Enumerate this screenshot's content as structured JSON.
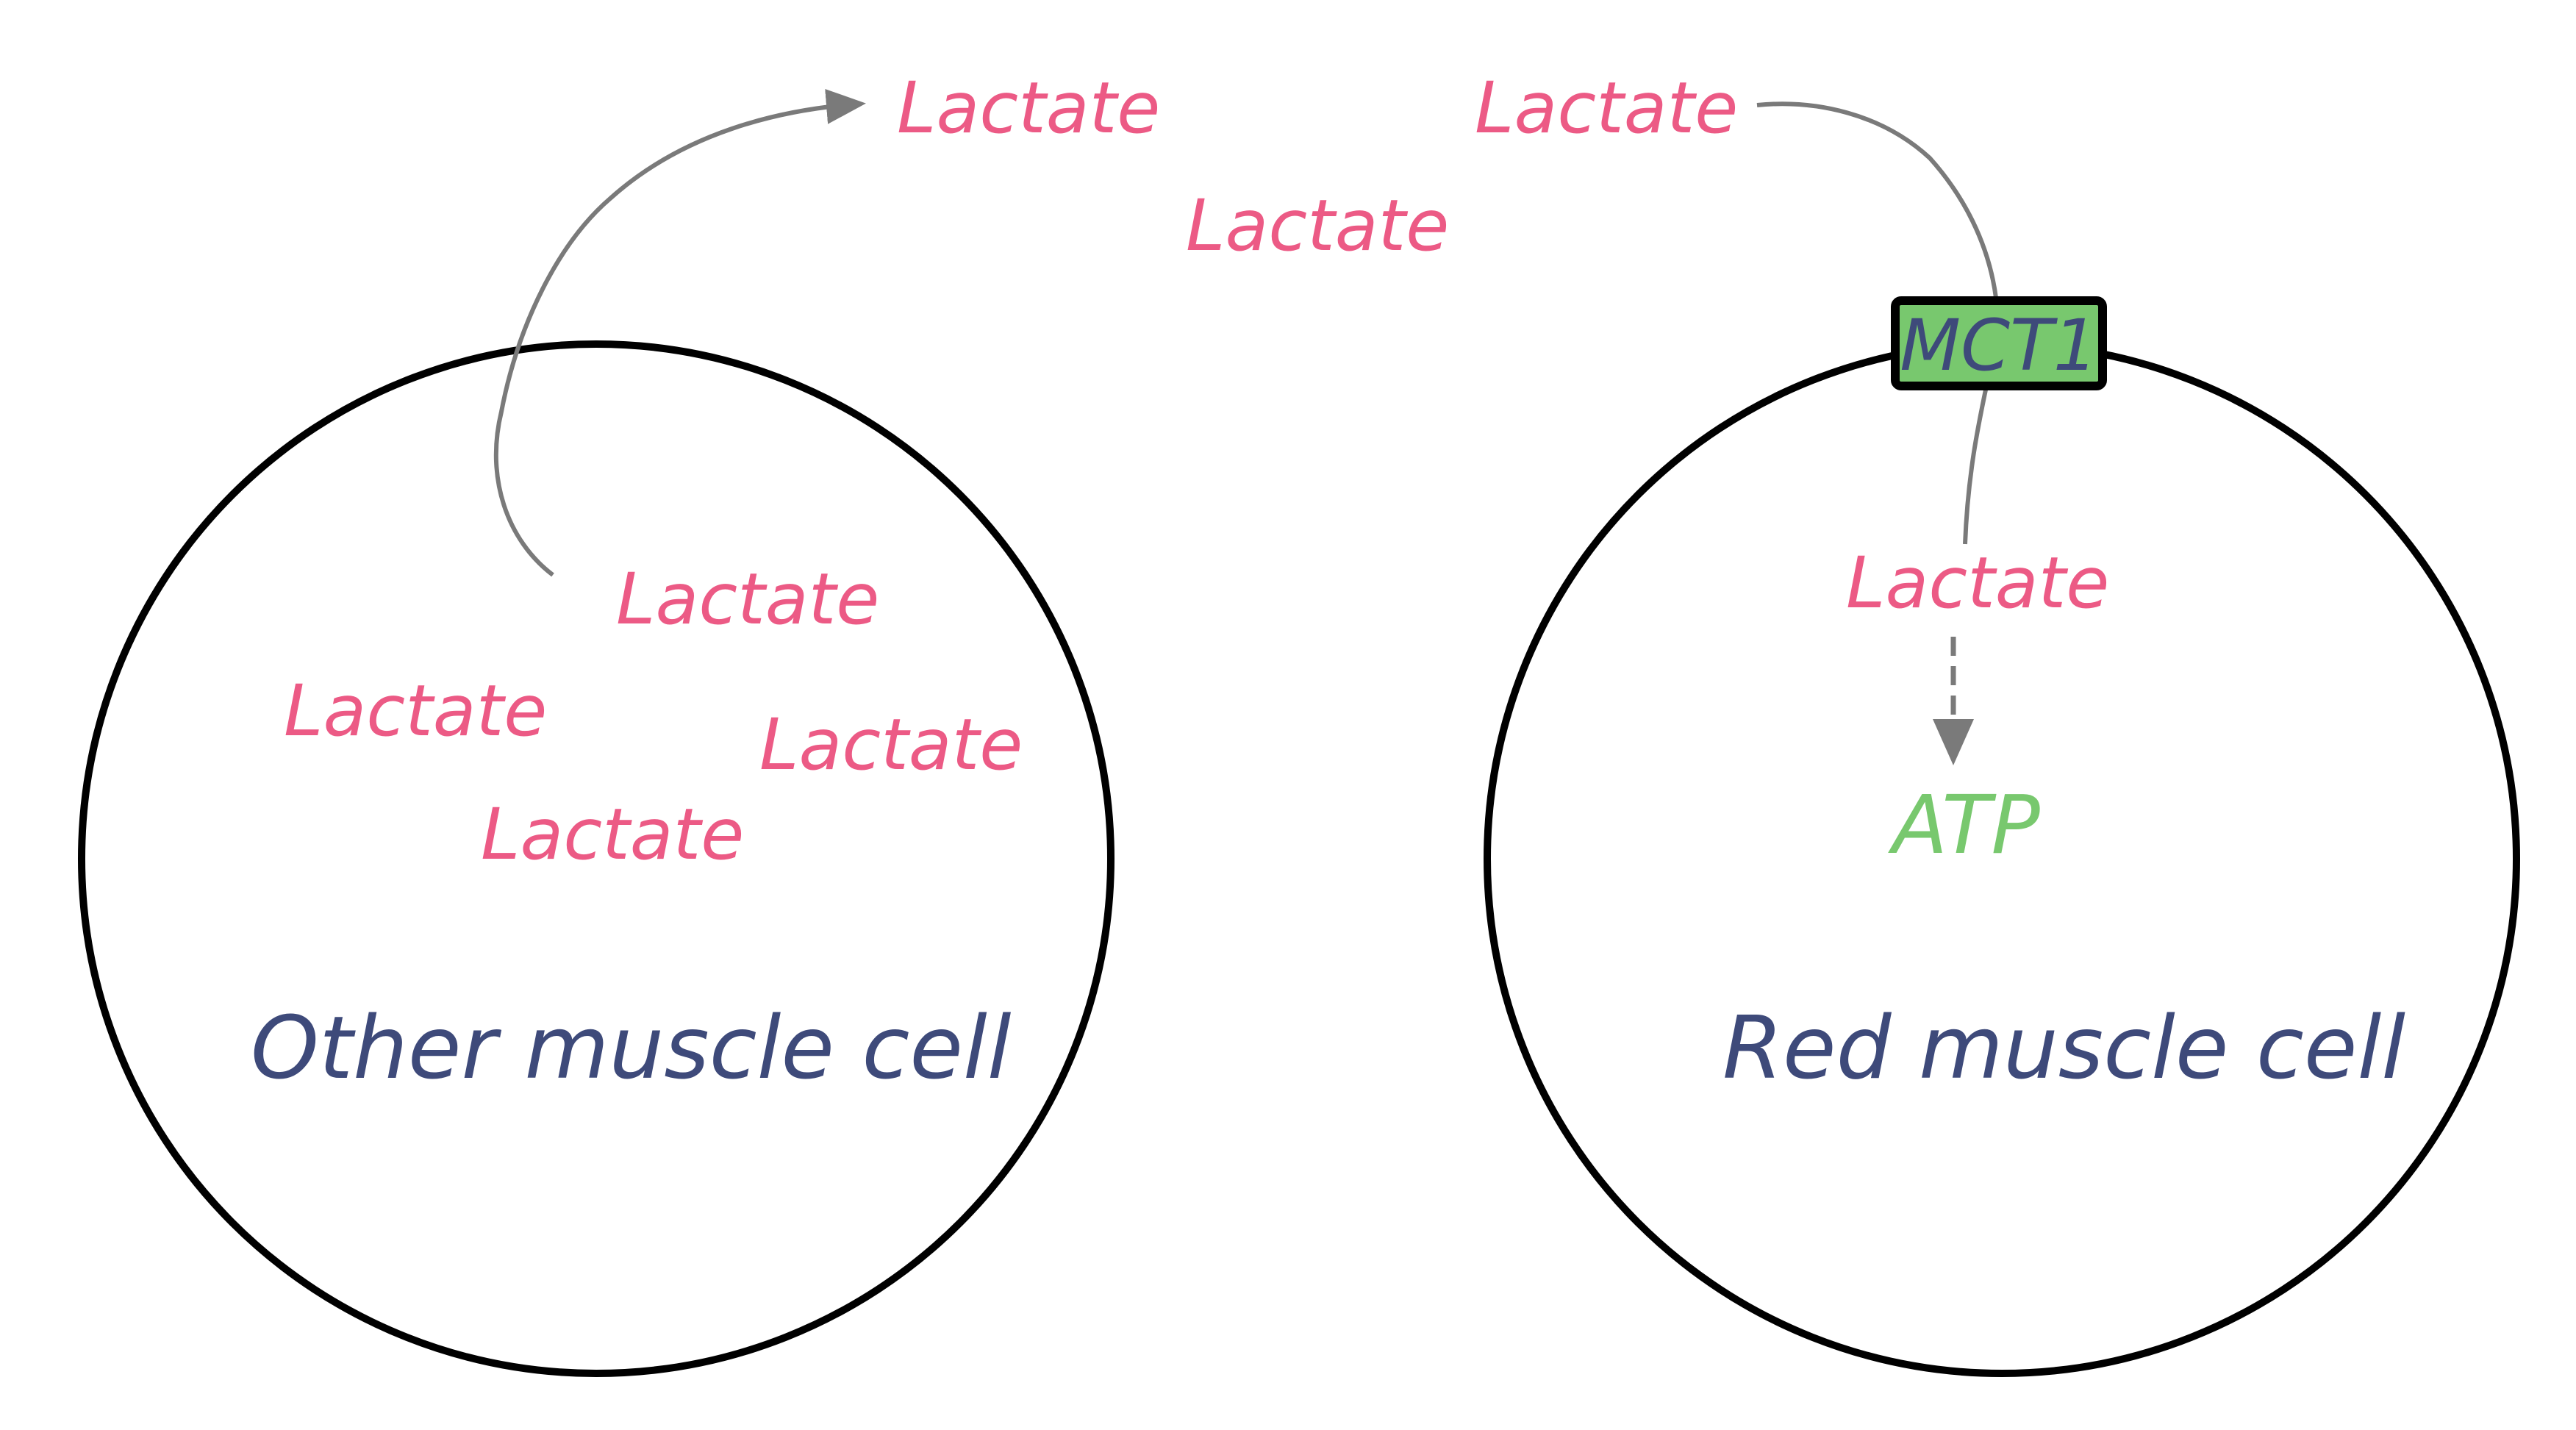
{
  "colors": {
    "lactate": "#EC5A85",
    "cell_label": "#3E4A7A",
    "atp": "#78C86E",
    "transporter_fill": "#78C86E",
    "membrane": "#000000",
    "arrow": "#7A7A7A"
  },
  "cells": [
    {
      "id": "other",
      "label": "Other muscle cell"
    },
    {
      "id": "red",
      "label": "Red muscle cell"
    }
  ],
  "transporter": {
    "label": "MCT1"
  },
  "molecules": {
    "extracellular": [
      "Lactate",
      "Lactate",
      "Lactate"
    ],
    "other_cell": [
      "Lactate",
      "Lactate",
      "Lactate",
      "Lactate"
    ],
    "red_cell": [
      "Lactate"
    ]
  },
  "product": {
    "label": "ATP"
  }
}
